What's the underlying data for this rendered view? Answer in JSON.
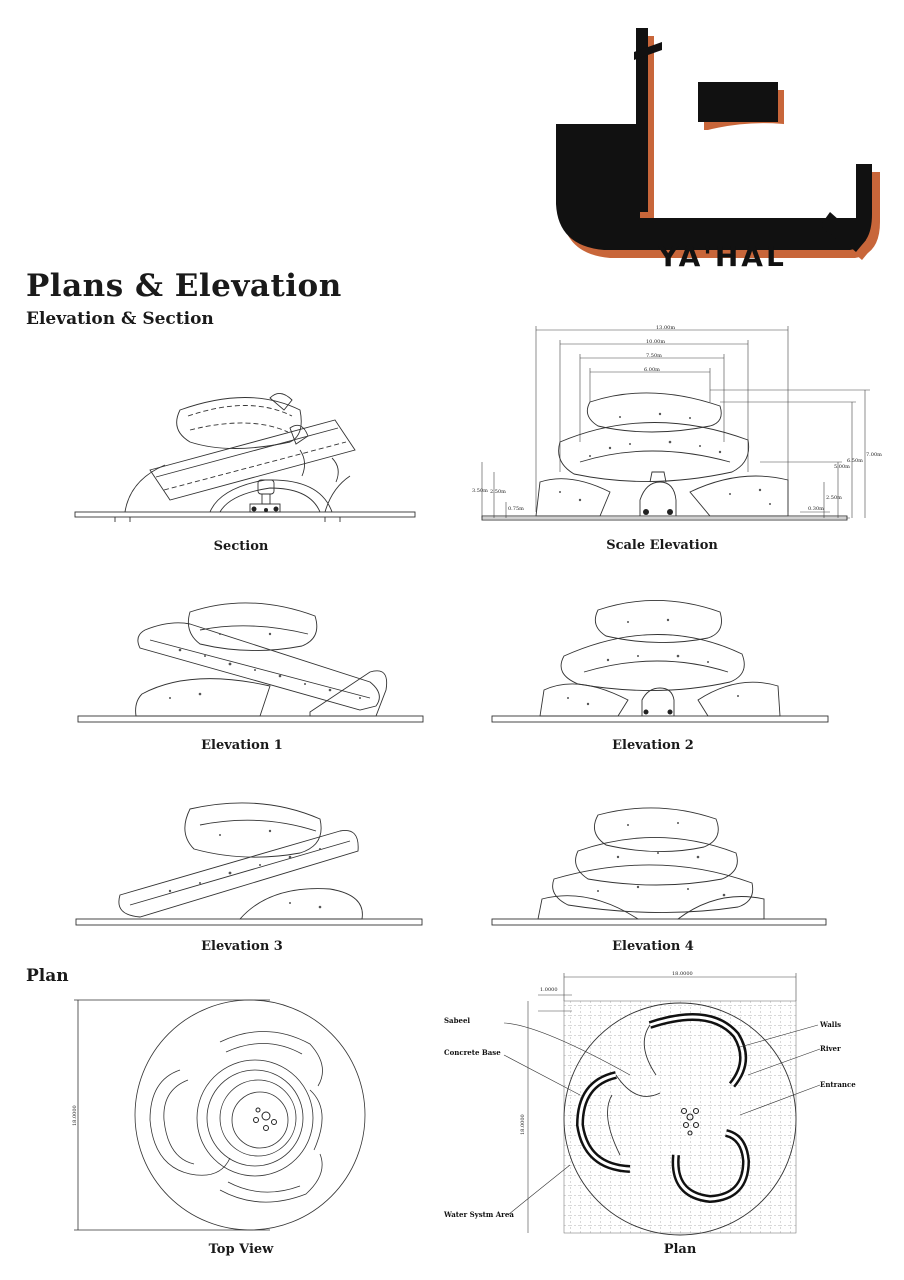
{
  "logo": {
    "word": "YA'HAL",
    "colors": {
      "black": "#111111",
      "orange": "#c8663a"
    }
  },
  "header": {
    "title": "Plans & Elevation",
    "subtitle": "Elevation & Section"
  },
  "captions": {
    "section": "Section",
    "scale_elevation": "Scale Elevation",
    "elevation_1": "Elevation 1",
    "elevation_2": "Elevation 2",
    "elevation_3": "Elevation 3",
    "elevation_4": "Elevation 4",
    "plan_heading": "Plan",
    "top_view": "Top View",
    "plan": "Plan"
  },
  "scale_elevation_dims": {
    "widths": [
      "13.00m",
      "10.00m",
      "7.50m",
      "6.00m"
    ],
    "heights_left": [
      "3.50m",
      "2.50m",
      "0.75m"
    ],
    "heights_right": [
      "7.00m",
      "6.50m",
      "5.00m",
      "2.50m",
      "0.30m"
    ]
  },
  "top_view_dims": {
    "diameter": "18.0000"
  },
  "plan_dims": {
    "overall": "18.0000",
    "module": "1.0000",
    "side": "18.0000"
  },
  "plan_labels": {
    "sabeel": "Sabeel",
    "concrete_base": "Concrete Base",
    "water_system": "Water Systm Area",
    "walls": "Walls",
    "river": "River",
    "entrance": "Entrance"
  }
}
